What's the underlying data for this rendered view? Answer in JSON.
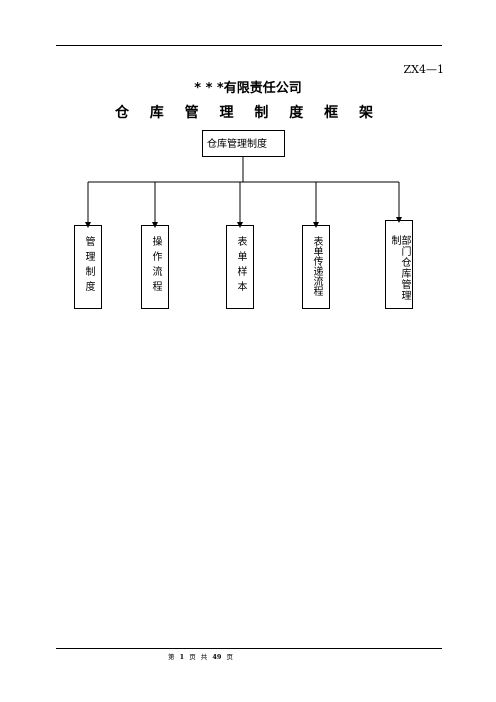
{
  "header": {
    "doc_code": "ZX4—1"
  },
  "company_name": "* * *有限责任公司",
  "title": "仓 库 管 理 制 度 框 架",
  "diagram": {
    "root": "仓库管理制度",
    "children": [
      "管理制度",
      "操作流程",
      "表单样本",
      "表单传递流程",
      "部门仓库管理制"
    ]
  },
  "footer": {
    "page_label": "第",
    "page_number": "1",
    "page_unit": "页",
    "total_label": "共",
    "total_pages": "49",
    "total_unit": "页"
  }
}
